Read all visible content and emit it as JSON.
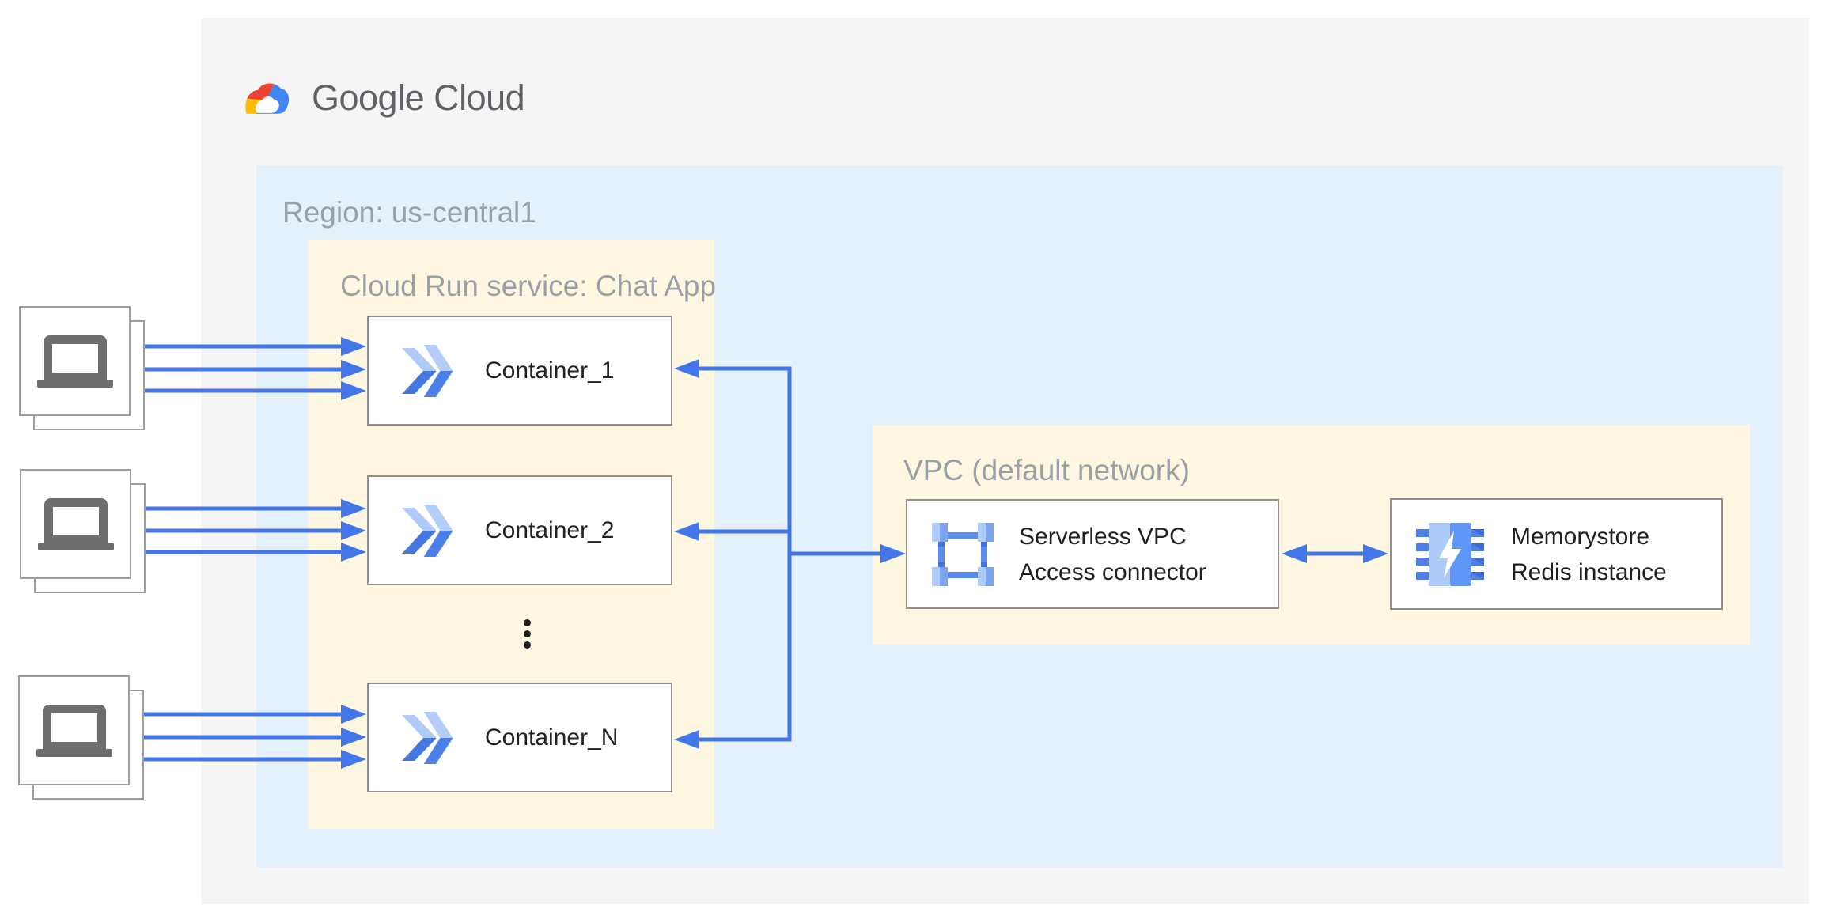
{
  "header": {
    "logo_label": "Google Cloud"
  },
  "region": {
    "label": "Region: us-central1"
  },
  "cloud_run": {
    "label": "Cloud Run service: Chat App",
    "containers": [
      {
        "label": "Container_1"
      },
      {
        "label": "Container_2"
      },
      {
        "label": "Container_N"
      }
    ],
    "ellipsis_icon": "vertical-three-dots"
  },
  "vpc": {
    "label": "VPC (default network)",
    "connector": {
      "line1": "Serverless VPC",
      "line2": "Access connector"
    },
    "redis": {
      "line1": "Memorystore",
      "line2": "Redis instance"
    }
  },
  "clients": {
    "count": 3,
    "icon": "laptop-stacked-cards"
  },
  "icons": {
    "google-cloud-logo-icon": "multicolor-cloud",
    "cloud-run-icon": "double-chevron-right",
    "serverless-vpc-connector-icon": "square-frame-with-corner-nodes",
    "memorystore-icon": "chip-with-lightning-bolt",
    "laptop-icon": "gray-laptop"
  },
  "connections": {
    "clients_to_containers": "three parallel arrows from each laptop into each container",
    "containers_to_connector": "trunk line from all containers to Serverless VPC Access connector",
    "connector_to_redis": "double-headed arrow"
  },
  "colors": {
    "page_bg": "#FFFFFF",
    "panel_bg": "#F5F5F5",
    "region_bg": "#E4F1FB",
    "zone_bg": "#FDF7E2",
    "arrow_blue": "#4376E8",
    "box_border": "#909090",
    "laptop_border": "#9E9E9E",
    "label_gray": "#9AA0A6",
    "text_dark": "#212121",
    "logo_gray": "#5F6368",
    "laptop_glyph": "#6E6E6E",
    "dot_color": "#212121",
    "icon_light": "#AECBFA",
    "icon_light2": "#B4CEFA",
    "icon_mid": "#5E97F6",
    "icon_deep": "#4677E0",
    "icon_bright": "#4C80E8",
    "icon_bar": "#5C8CEA",
    "icon_node_half": "#7BA3F0",
    "icon_junction": "#4272DE",
    "pin_dark": "#3B6CD6",
    "google_red": "#EA4335",
    "google_yellow": "#FBBC05",
    "google_green": "#34A853",
    "google_blue": "#4285F4"
  }
}
